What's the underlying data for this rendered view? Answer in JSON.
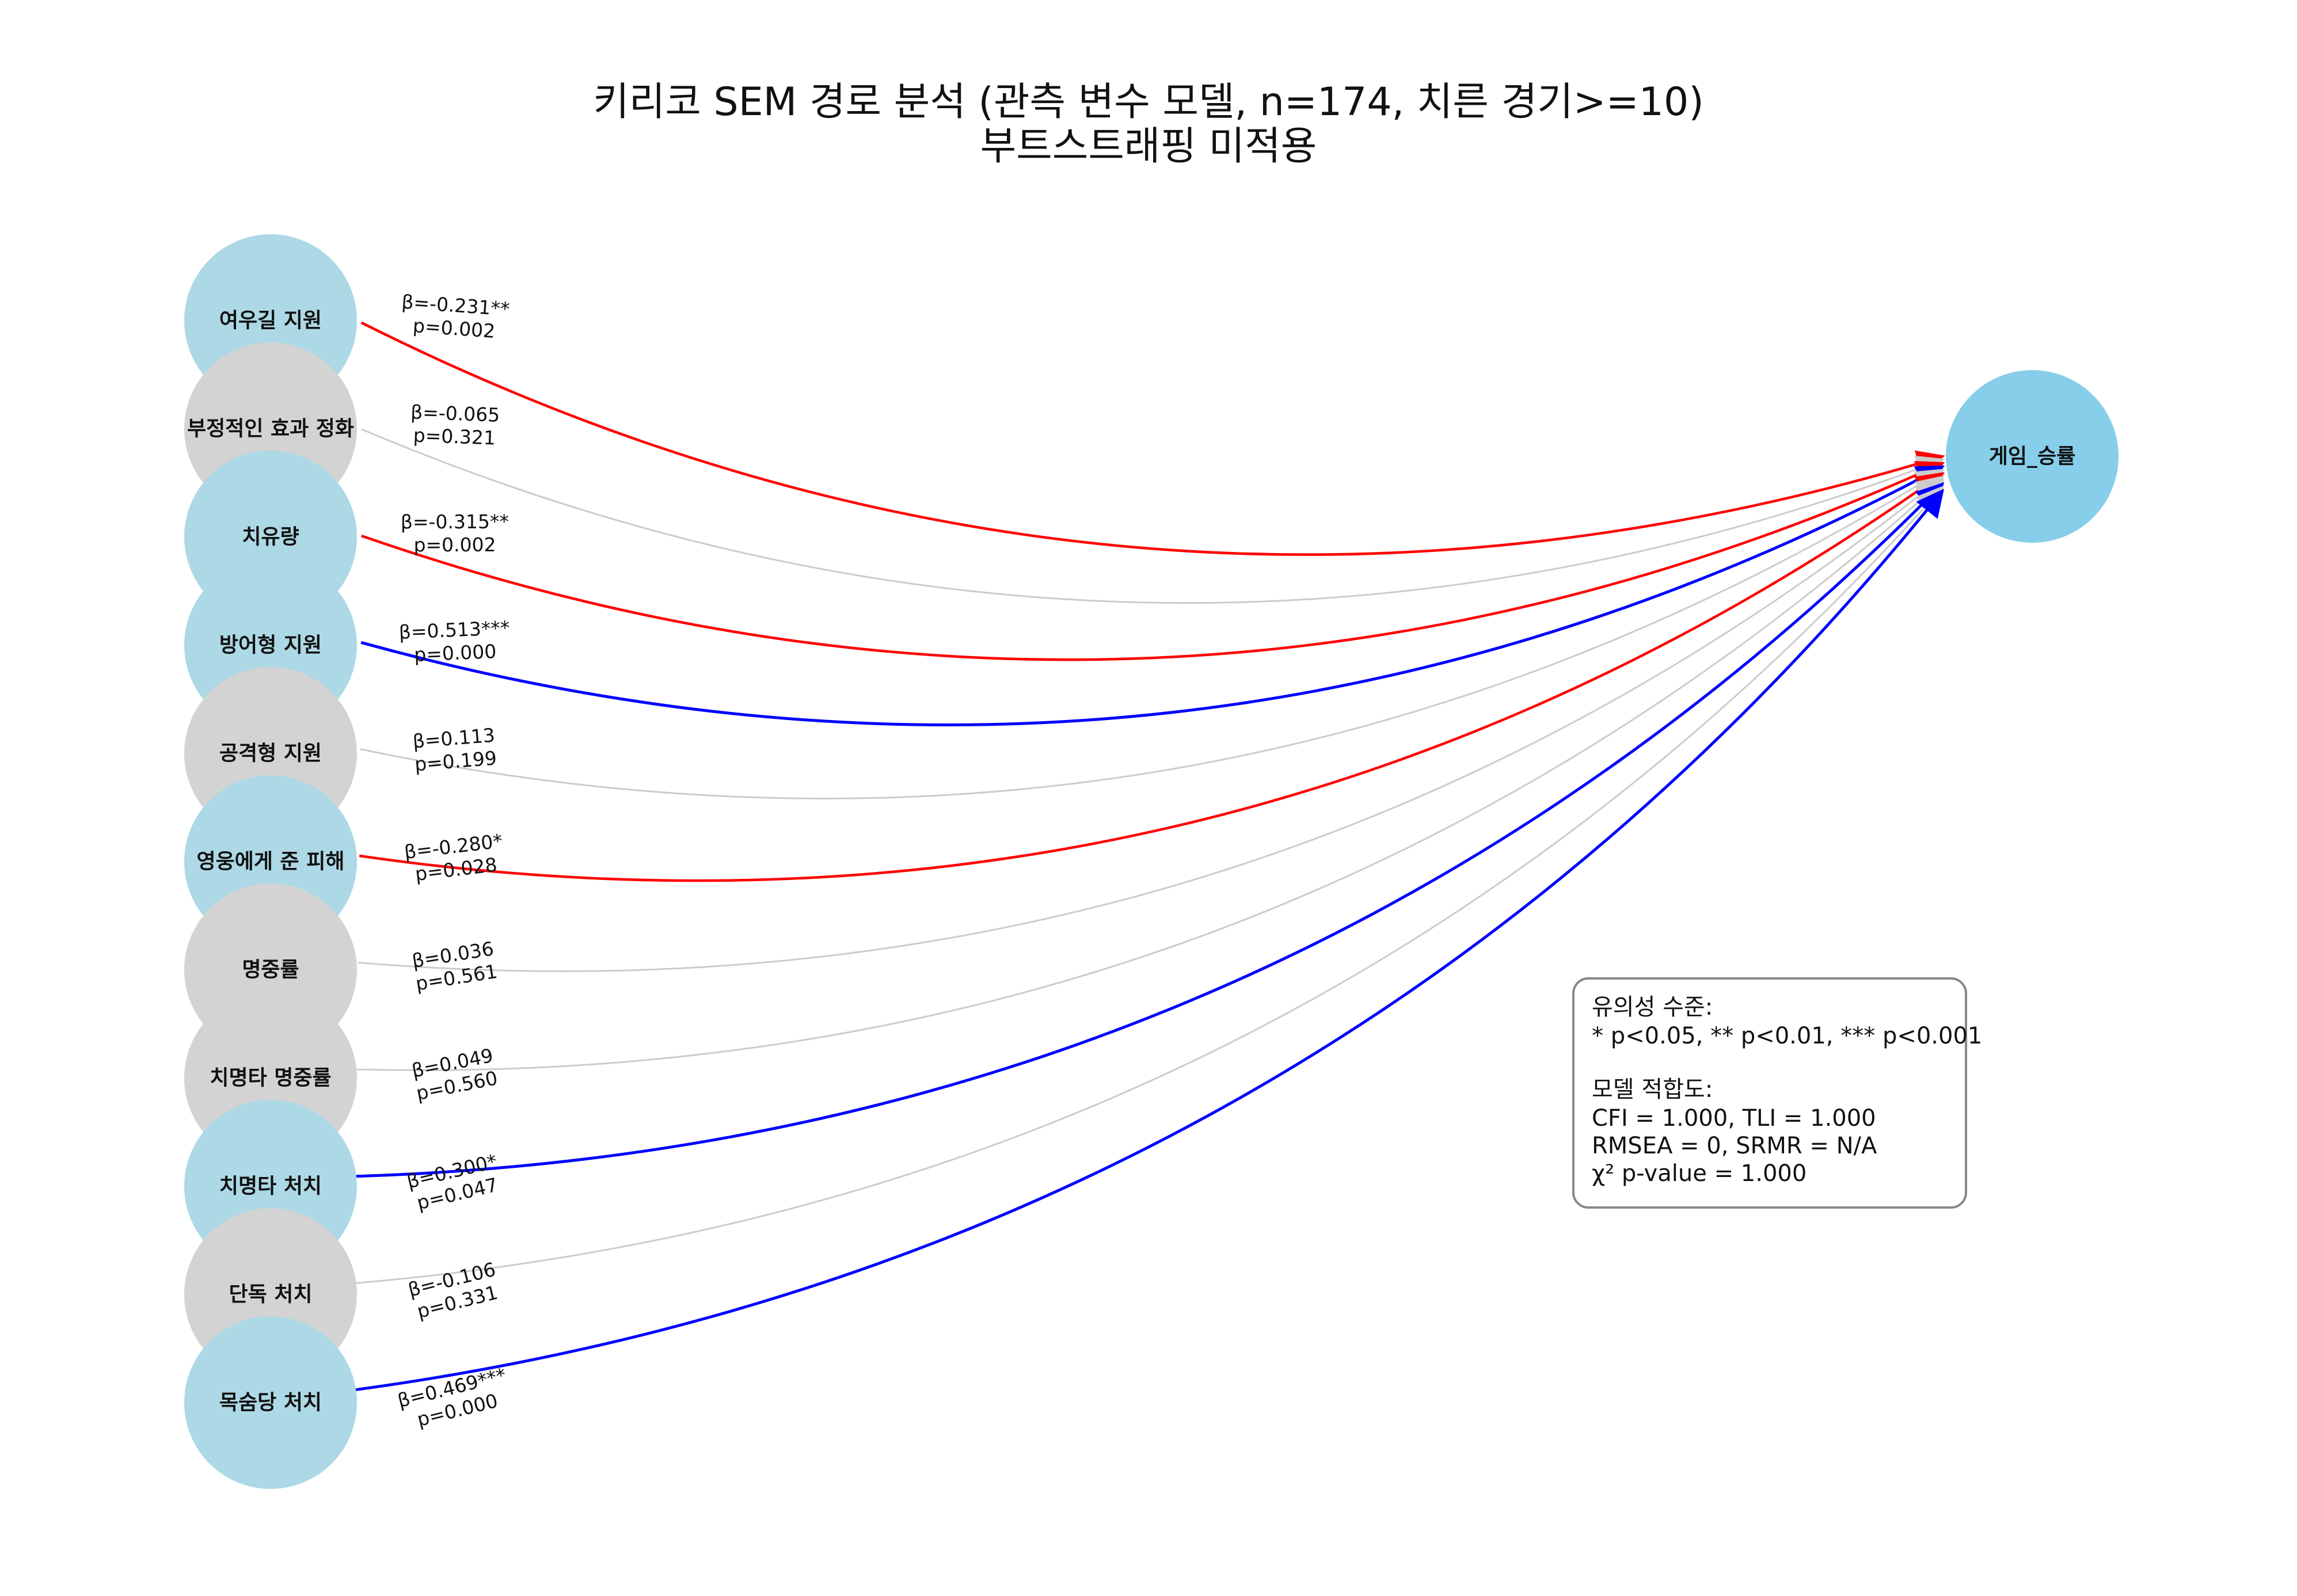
{
  "title": {
    "line1": "키리코 SEM 경로 분석 (관측 변수 모델, n=174, 치른 경기>=10)",
    "line2": "부트스트래핑 미적용"
  },
  "colors": {
    "node_significant": "#add8e6",
    "node_nonsignificant": "#d3d3d3",
    "node_target": "#87ceeb",
    "edge_negative_sig": "#ff0000",
    "edge_positive_sig": "#0000ff",
    "edge_nonsig": "#cccccc"
  },
  "target": {
    "label": "게임_승률"
  },
  "paths": [
    {
      "label": "여우길 지원",
      "beta": "β=-0.231**",
      "p": "p=0.002",
      "significant": true,
      "sign": "negative"
    },
    {
      "label": "부정적인 효과 정화",
      "beta": "β=-0.065",
      "p": "p=0.321",
      "significant": false,
      "sign": "negative"
    },
    {
      "label": "치유량",
      "beta": "β=-0.315**",
      "p": "p=0.002",
      "significant": true,
      "sign": "negative"
    },
    {
      "label": "방어형 지원",
      "beta": "β=0.513***",
      "p": "p=0.000",
      "significant": true,
      "sign": "positive"
    },
    {
      "label": "공격형 지원",
      "beta": "β=0.113",
      "p": "p=0.199",
      "significant": false,
      "sign": "positive"
    },
    {
      "label": "영웅에게 준 피해",
      "beta": "β=-0.280*",
      "p": "p=0.028",
      "significant": true,
      "sign": "negative"
    },
    {
      "label": "명중률",
      "beta": "β=0.036",
      "p": "p=0.561",
      "significant": false,
      "sign": "positive"
    },
    {
      "label": "치명타 명중률",
      "beta": "β=0.049",
      "p": "p=0.560",
      "significant": false,
      "sign": "positive"
    },
    {
      "label": "치명타 처치",
      "beta": "β=0.300*",
      "p": "p=0.047",
      "significant": true,
      "sign": "positive"
    },
    {
      "label": "단독 처치",
      "beta": "β=-0.106",
      "p": "p=0.331",
      "significant": false,
      "sign": "negative"
    },
    {
      "label": "목숨당 처치",
      "beta": "β=0.469***",
      "p": "p=0.000",
      "significant": true,
      "sign": "positive"
    }
  ],
  "legend": {
    "significance_title": "유의성 수준:",
    "significance_levels": "* p<0.05, ** p<0.01, *** p<0.001",
    "fit_title": "모델 적합도:",
    "fit_line1": "CFI = 1.000, TLI = 1.000",
    "fit_line2": "RMSEA = 0, SRMR = N/A",
    "fit_line3": "χ² p-value = 1.000"
  }
}
